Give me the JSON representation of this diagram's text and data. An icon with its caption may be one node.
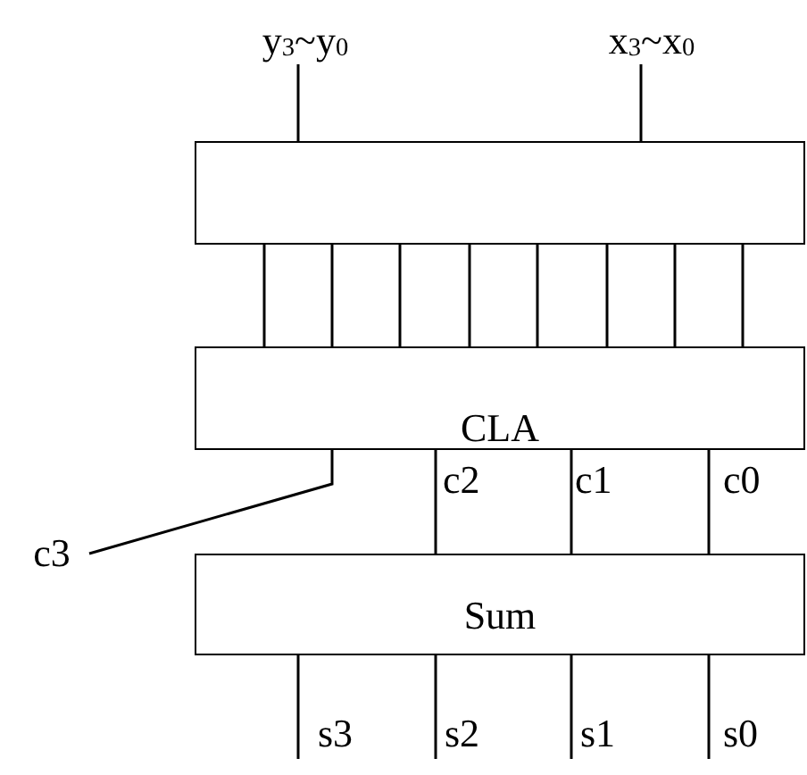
{
  "diagram": {
    "nodes": [
      {
        "text": [],
        "shape": "box"
      },
      {
        "text": [
          "CLA"
        ]
      },
      {
        "text": [
          "Sum"
        ]
      },
      {
        "text": [
          "y$_{3}$~y$_{0}$"
        ]
      },
      {
        "text": [
          "x$_{3}$~x$_{0}$"
        ]
      },
      {
        "text": [
          "c3"
        ]
      }
    ],
    "edges": [
      {
        "from": 3,
        "to": 0,
        "arrow": "none"
      },
      {
        "from": 4,
        "to": 0,
        "arrow": "none"
      },
      {
        "from": 0,
        "to": 1,
        "arrow": "none"
      },
      {
        "from": 0,
        "to": 1,
        "arrow": "none"
      },
      {
        "from": 0,
        "to": 1,
        "arrow": "none"
      },
      {
        "from": 0,
        "to": 1,
        "arrow": "none"
      },
      {
        "from": 0,
        "to": 1,
        "arrow": "none"
      },
      {
        "from": 0,
        "to": 1,
        "arrow": "none"
      },
      {
        "from": 0,
        "to": 1,
        "arrow": "none"
      },
      {
        "from": 0,
        "to": 1,
        "arrow": "none"
      },
      {
        "from": 1,
        "to": 5,
        "arrow": "none"
      },
      {
        "from": 1,
        "to": 2,
        "label": "c2",
        "arrow": "none"
      },
      {
        "from": 1,
        "to": 2,
        "label": "c1",
        "arrow": "none"
      },
      {
        "from": 1,
        "to": 2,
        "label": "c0",
        "arrow": "none"
      },
      {
        "from": 2,
        "to": null,
        "label": "s3",
        "arrow": "none"
      },
      {
        "from": 2,
        "to": null,
        "label": "s2",
        "arrow": "none"
      },
      {
        "from": 2,
        "to": null,
        "label": "s1",
        "arrow": "none"
      },
      {
        "from": 2,
        "to": null,
        "label": "s0",
        "arrow": "none"
      }
    ]
  }
}
